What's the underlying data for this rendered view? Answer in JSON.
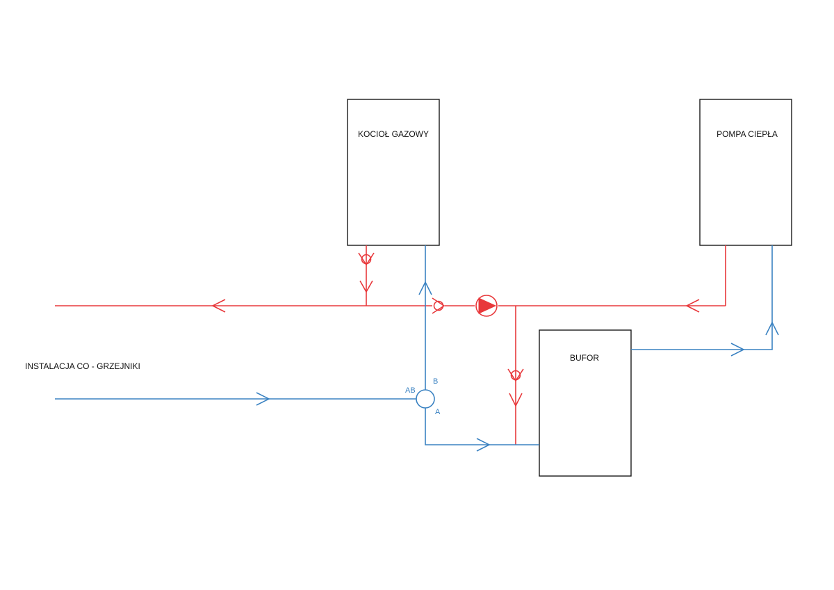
{
  "colors": {
    "supply_hot": "#e8383b",
    "return_cold": "#3a82c2",
    "outline": "#1a1a1a"
  },
  "labels": {
    "gas_boiler": "KOCIOŁ GAZOWY",
    "heat_pump": "POMPA CIEPŁA",
    "buffer": "BUFOR",
    "installation": "INSTALACJA CO - GRZEJNIKI"
  },
  "valve_ports": {
    "ab": "AB",
    "b": "B",
    "a": "A"
  },
  "icons": {
    "check_valve": "check-valve-icon",
    "pump": "circulation-pump-icon",
    "three_way_valve": "three-way-valve-icon",
    "flow_arrow": "flow-arrow-icon"
  }
}
